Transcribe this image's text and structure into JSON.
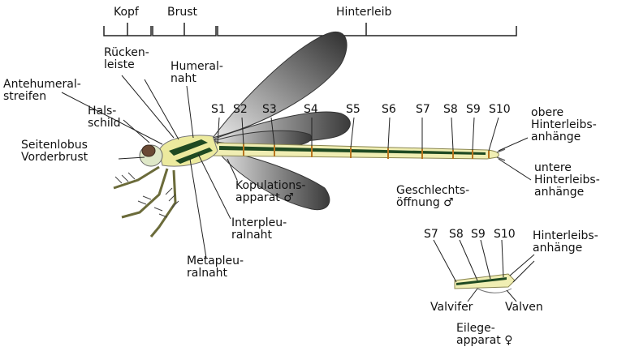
{
  "labels": {
    "kopf": "Kopf",
    "brust": "Brust",
    "hinterleib": "Hinterleib",
    "rueckenleiste": "Rücken-\nleiste",
    "humeralnaht": "Humeral-\nnaht",
    "antehumeralstreifen": "Antehumeral-\nstreifen",
    "halsschild": "Hals-\nschild",
    "seitenlobus": "Seitenlobus\nVorderbrust",
    "segments": [
      "S1",
      "S2",
      "S3",
      "S4",
      "S5",
      "S6",
      "S7",
      "S8",
      "S9",
      "S10"
    ],
    "obere": "obere\nHinterleibs-\nanhänge",
    "untere": "untere\nHinterleibs-\nanhänge",
    "kopulation": "Kopulations-\napparat ♂",
    "interpleural": "Interpleu-\nralnaht",
    "metapleural": "Metapleu-\nralnaht",
    "geschlechts": "Geschlechts-\nöffnung ♂",
    "female_segments": [
      "S7",
      "S8",
      "S9",
      "S10"
    ],
    "hinterleibsanhaenge": "Hinterleibs-\nanhänge",
    "valvifer": "Valvifer",
    "valven": "Valven",
    "eilegeapparat": "Eilege-\napparat ♀"
  }
}
